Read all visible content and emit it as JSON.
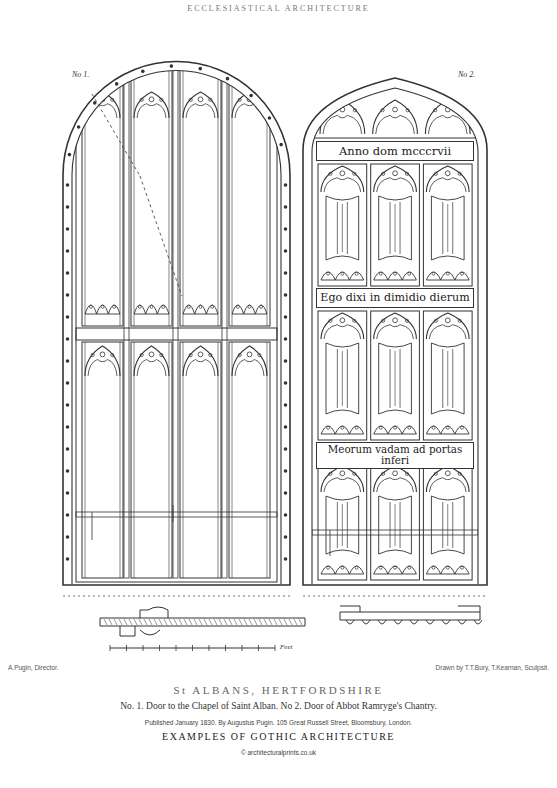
{
  "diagram": {
    "title": "St ALBANS, HERTFORDSHIRE",
    "caption": "No. 1. Door to the Chapel of Saint Alban. No 2. Door of Abbot Ramryge's Chantry.",
    "nodes": [
      {
        "text": [
          "Anno dom mcccrvii"
        ]
      },
      {
        "text": [
          "Ego dixi in dimidio dierum"
        ]
      },
      {
        "text": [
          "Meorum vadam ad portas inferi"
        ]
      }
    ],
    "labels": [
      "ECCLESIASTICAL ARCHITECTURE",
      "No 1.",
      "No 2.",
      "Feet",
      "A.Pugin, Director.",
      "Drawn by T.T.Bury, T.Kearnan, Sculpsit.",
      "Published January 1830. By Augustus Pugin. 105 Great Russell Street, Bloomsbury, London.",
      "EXAMPLES OF GOTHIC ARCHITECTURE",
      "© architecturalprints.co.uk"
    ]
  }
}
